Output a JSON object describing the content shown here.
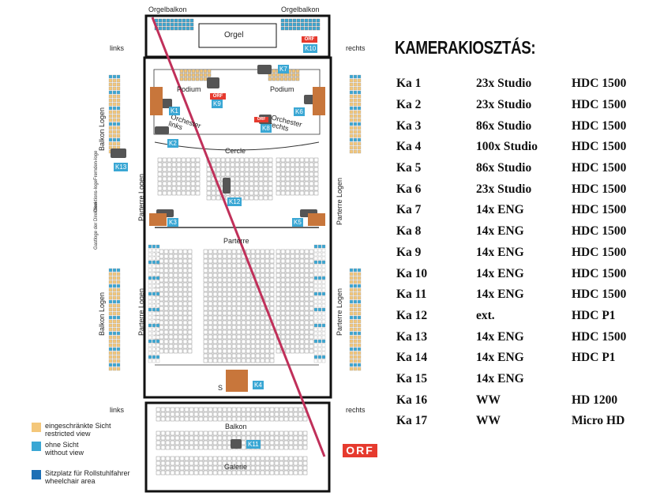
{
  "plan": {
    "orgelbalkon_left": "Orgelbalkon",
    "orgelbalkon_right": "Orgelbalkon",
    "orgel": "Orgel",
    "links_top": "links",
    "rechts_top": "rechts",
    "links_bottom": "links",
    "rechts_bottom": "rechts",
    "podium_left": "Podium",
    "podium_right": "Podium",
    "orchester_links": "Orchester links",
    "orchester_rechts": "Orchester rechts",
    "cercle": "Cercle",
    "parterre": "Parterre",
    "balkon": "Balkon",
    "galerie": "Galerie",
    "balkon_logen_top": "Balkon Logen",
    "balkon_logen_bottom": "Balkon Logen",
    "parterre_logen_left_top": "Parterre Logen",
    "parterre_logen_left_bottom": "Parterre Logen",
    "parterre_logen_right_top": "Parterre Logen",
    "parterre_logen_right_bottom": "Parterre Logen",
    "fremdenloge": "Fremden-loge",
    "direktionsloge": "Direktions-loge",
    "gastloge": "Gastloge der Direktion",
    "stage_s": "S",
    "cameras": {
      "k1": "K1",
      "k2": "K2",
      "k3": "K3",
      "k4": "K4",
      "k5": "K5",
      "k6": "K6",
      "k7": "K7",
      "k8": "K8",
      "k9": "K9",
      "k10": "K10",
      "k11": "K11",
      "k12": "K12",
      "k13": "K13"
    },
    "orf_small": "ORF",
    "orf_big": "ORF"
  },
  "legend": {
    "restricted_de": "eingeschränkte Sicht",
    "restricted_en": "restricted view",
    "nosight_de": "ohne Sicht",
    "nosight_en": "without view",
    "wheelchair_de": "Sitzplatz für Rollstuhlfahrer",
    "wheelchair_en": "wheelchair area",
    "color_restricted": "#f4c77a",
    "color_nosight": "#3aa7d4",
    "color_wheelchair": "#1d6fb5"
  },
  "camera_table": {
    "title": "KAMERAKIOSZTÁS:",
    "rows": [
      [
        "Ka 1",
        "23x Studio",
        "HDC 1500"
      ],
      [
        "Ka 2",
        "23x Studio",
        "HDC 1500"
      ],
      [
        "Ka 3",
        "86x Studio",
        "HDC 1500"
      ],
      [
        "Ka 4",
        "100x Studio",
        "HDC 1500"
      ],
      [
        "Ka 5",
        "86x Studio",
        "HDC 1500"
      ],
      [
        "Ka 6",
        "23x Studio",
        "HDC 1500"
      ],
      [
        "Ka 7",
        "14x ENG",
        "HDC 1500"
      ],
      [
        "Ka 8",
        "14x ENG",
        "HDC 1500"
      ],
      [
        "Ka 9",
        "14x ENG",
        "HDC 1500"
      ],
      [
        "Ka 10",
        "14x ENG",
        "HDC 1500"
      ],
      [
        "Ka 11",
        "14x ENG",
        "HDC 1500"
      ],
      [
        "Ka 12",
        "ext.",
        "HDC P1"
      ],
      [
        "Ka 13",
        "14x ENG",
        "HDC 1500"
      ],
      [
        "Ka 14",
        "14x ENG",
        "HDC P1"
      ],
      [
        "Ka 15",
        "14x ENG",
        ""
      ],
      [
        "Ka 16",
        "WW",
        "HD 1200"
      ],
      [
        "Ka 17",
        "WW",
        "Micro HD"
      ]
    ]
  }
}
